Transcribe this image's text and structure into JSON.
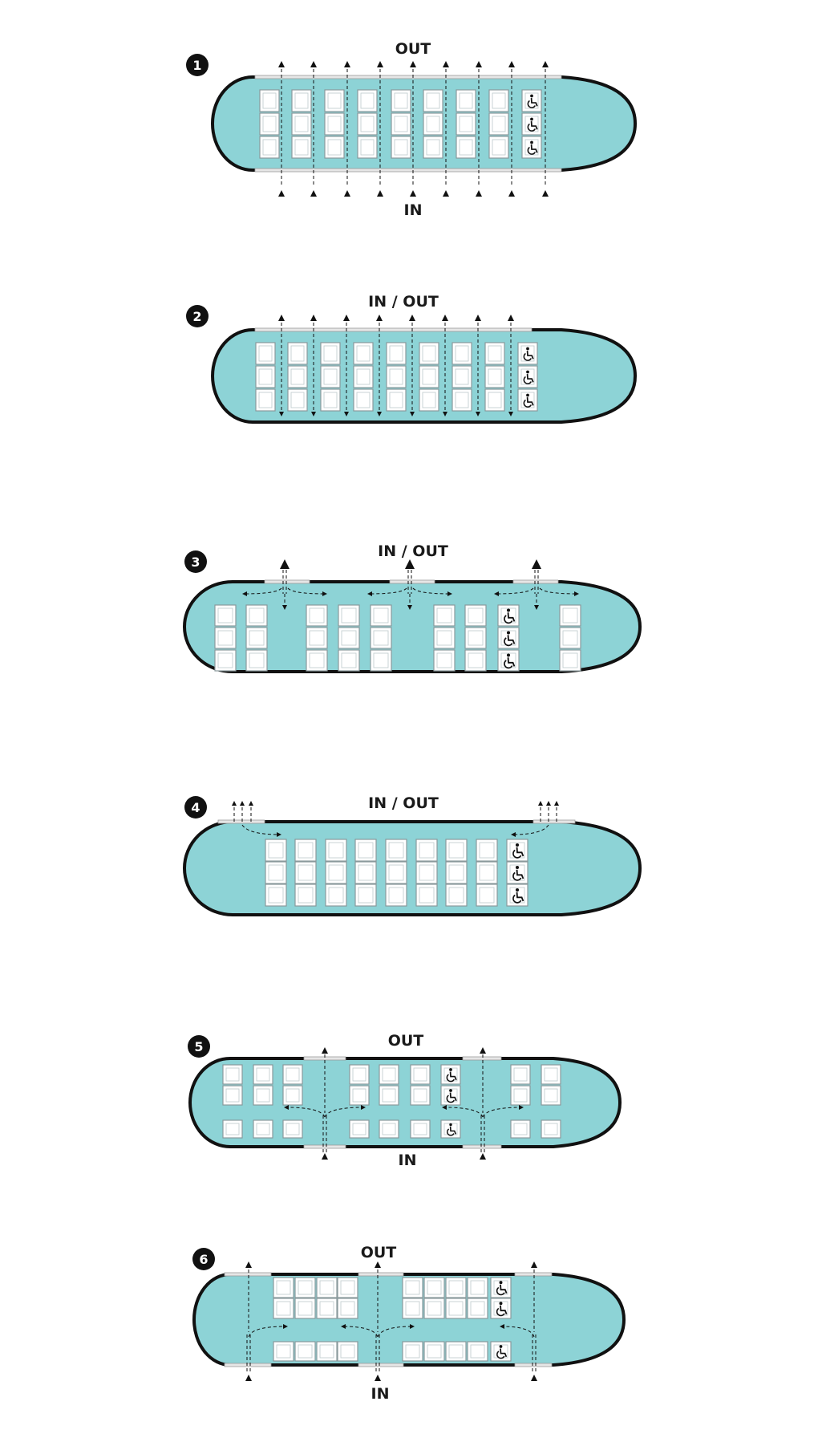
{
  "palette": {
    "hull_fill": "#8dd3d6",
    "hull_stroke": "#111111",
    "seat_fill": "#ffffff",
    "seat_stroke": "#8a9a9c",
    "door_fill": "#e6e6e6",
    "arrow_color": "#111111",
    "badge_fill": "#111111"
  },
  "icons": {
    "accessible_seat": "wheelchair-icon",
    "flow_arrow": "arrow-icon"
  },
  "layouts": [
    {
      "number": "1",
      "top_label": "OUT",
      "bottom_label": "IN"
    },
    {
      "number": "2",
      "top_label": "IN / OUT",
      "bottom_label": ""
    },
    {
      "number": "3",
      "top_label": "IN / OUT",
      "bottom_label": ""
    },
    {
      "number": "4",
      "top_label": "IN / OUT",
      "bottom_label": ""
    },
    {
      "number": "5",
      "top_label": "OUT",
      "bottom_label": "IN"
    },
    {
      "number": "6",
      "top_label": "OUT",
      "bottom_label": "IN"
    }
  ]
}
